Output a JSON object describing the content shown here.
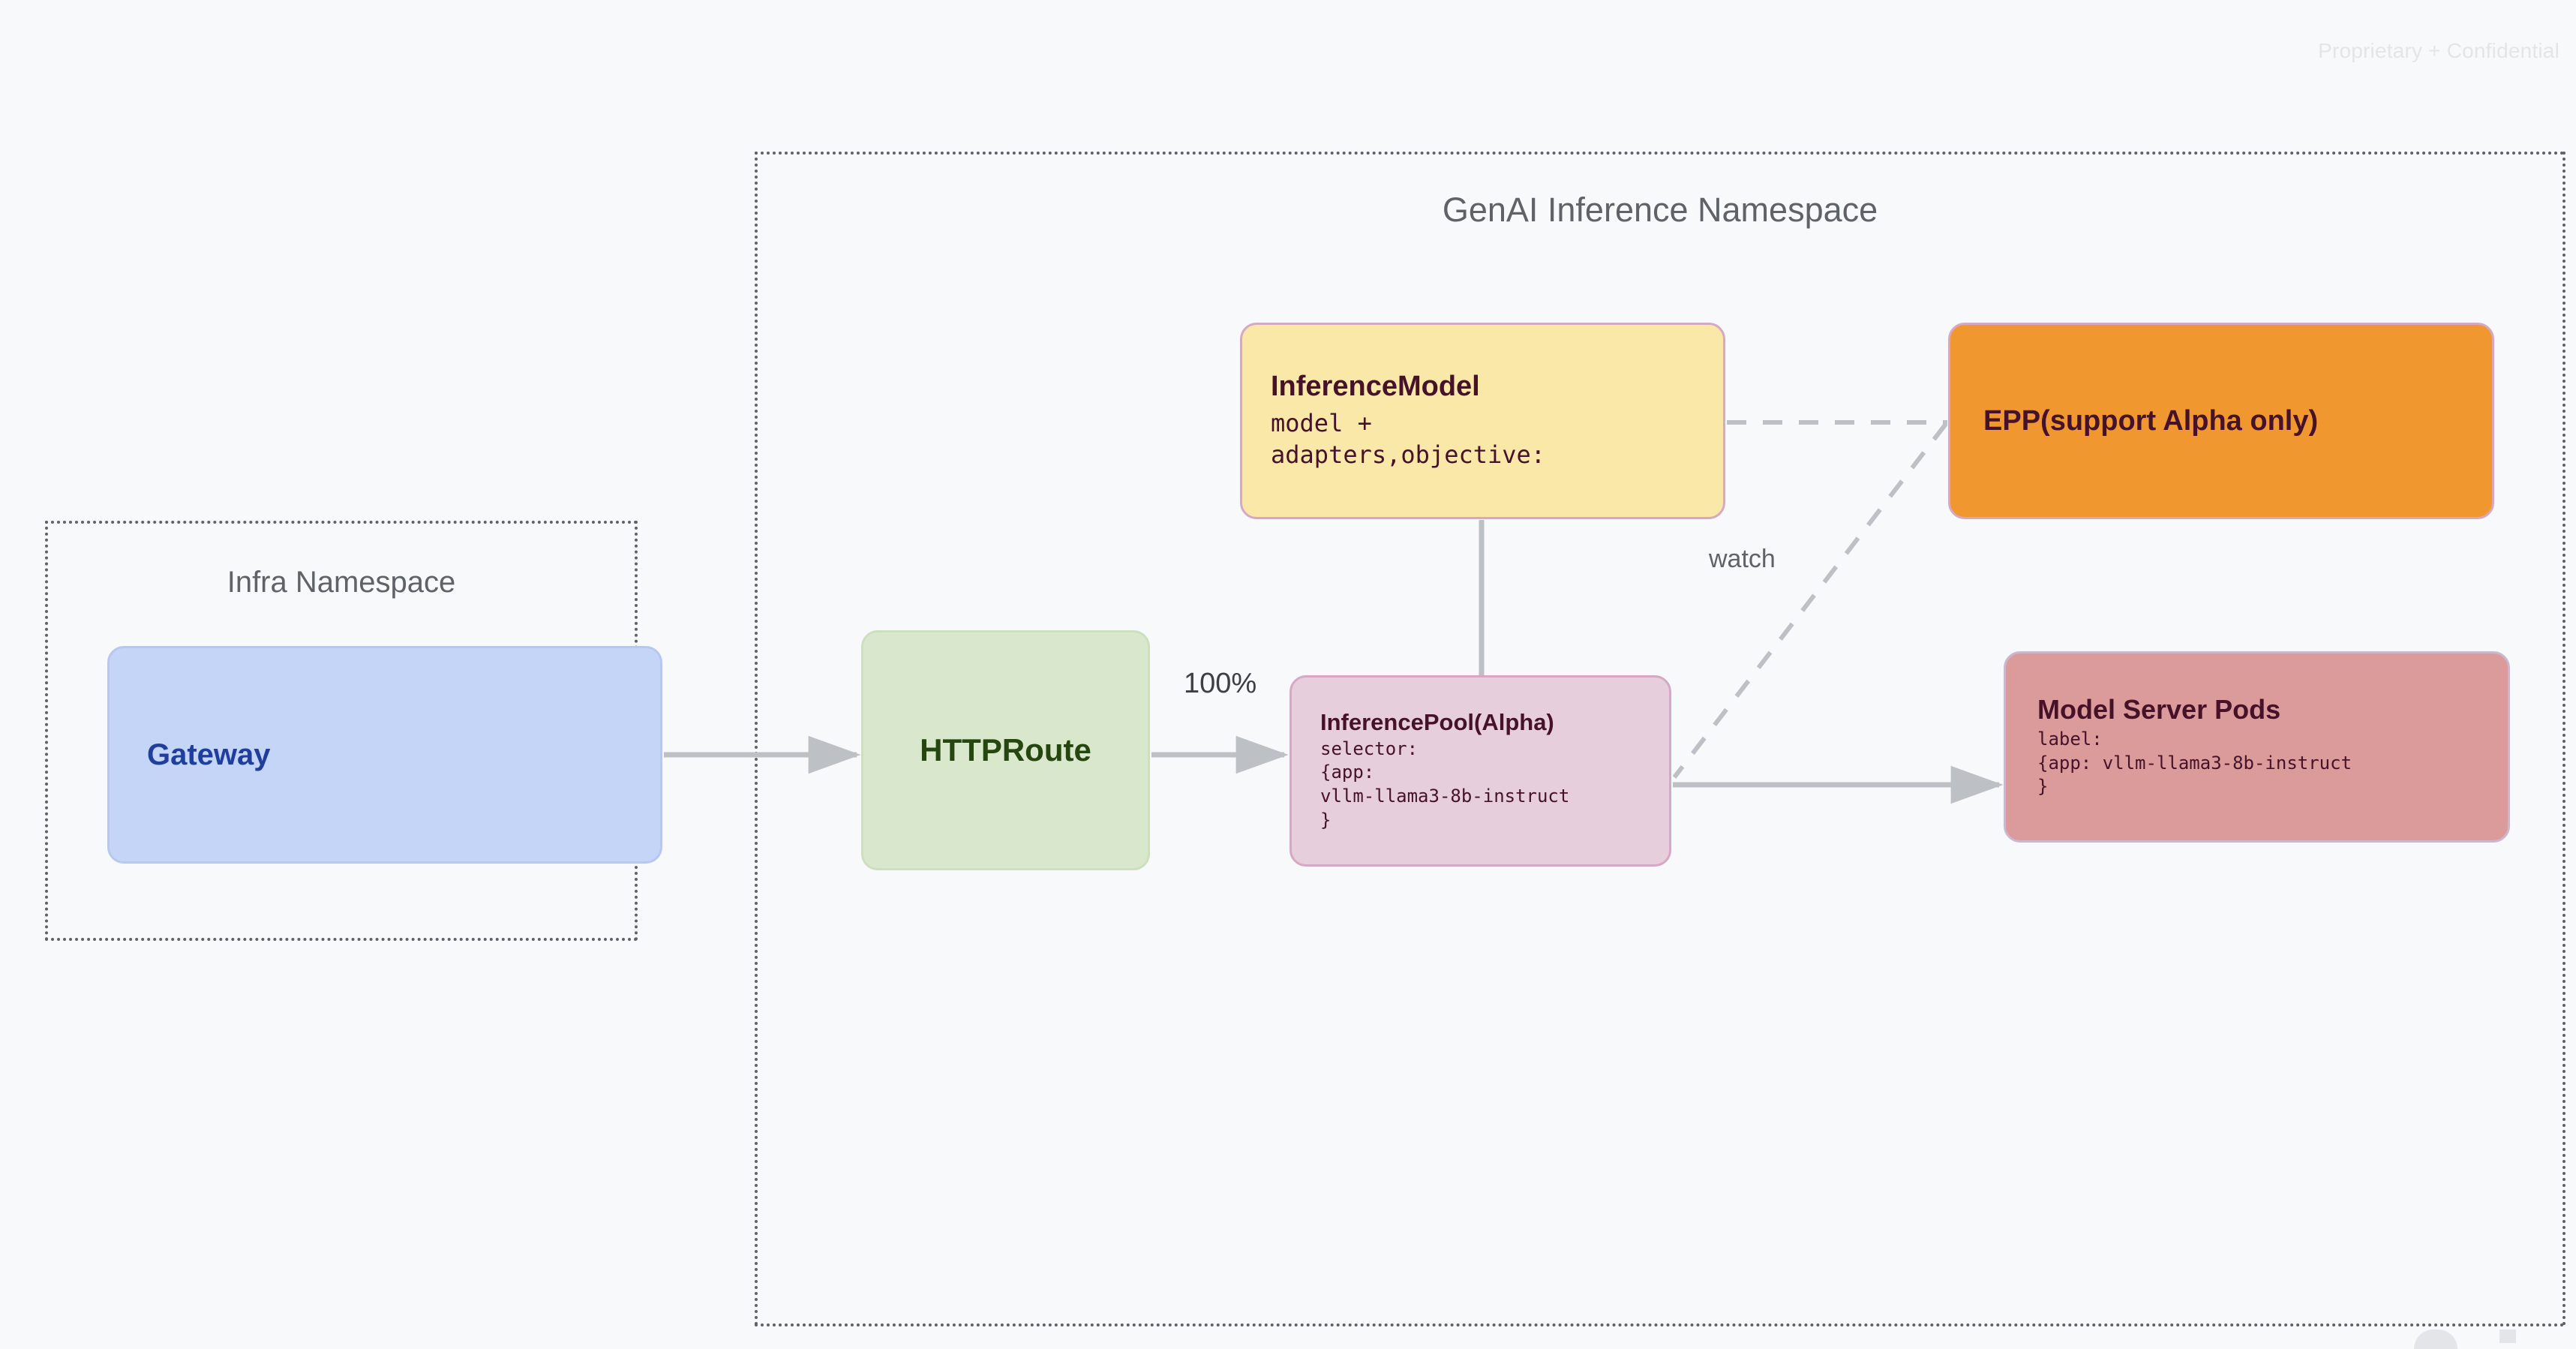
{
  "page": {
    "watermark": "Proprietary + Confidential",
    "background_color": "#f7f9fa"
  },
  "namespaces": {
    "infra": {
      "title": "Infra Namespace",
      "border_color": "#5f6368"
    },
    "genai": {
      "title": "GenAI Inference Namespace",
      "border_color": "#5f6368"
    }
  },
  "nodes": {
    "gateway": {
      "title": "Gateway",
      "fill": "#c5d5f7",
      "text_color": "#1f3e9e"
    },
    "httproute": {
      "title": "HTTPRoute",
      "fill": "#d9e8cd",
      "text_color": "#25470f"
    },
    "inference_model": {
      "title": "InferenceModel",
      "body": "model +\nadapters,objective:",
      "fill": "#fae8a8",
      "text_color": "#451229"
    },
    "epp": {
      "title": "EPP(support Alpha only)",
      "fill": "#f0982f",
      "text_color": "#451229"
    },
    "inference_pool": {
      "title": "InferencePool(Alpha)",
      "body": "selector:\n{app:\nvllm-llama3-8b-instruct\n}",
      "fill": "#e6cedd",
      "text_color": "#451229"
    },
    "model_server_pods": {
      "title": "Model Server Pods",
      "body": "label:\n{app: vllm-llama3-8b-instruct\n}",
      "fill": "#dc9b9b",
      "text_color": "#451229"
    }
  },
  "edges": {
    "gateway_to_httproute": {
      "label": "",
      "style": "solid-arrow"
    },
    "httproute_to_pool": {
      "label": "100%",
      "style": "solid-arrow"
    },
    "model_to_pool": {
      "label": "",
      "style": "solid-line"
    },
    "model_to_epp": {
      "label": "",
      "style": "dashed"
    },
    "epp_to_pool": {
      "label": "watch",
      "style": "dashed"
    },
    "pool_to_pods": {
      "label": "",
      "style": "solid-arrow"
    },
    "connector_color": "#bdc1c6"
  }
}
